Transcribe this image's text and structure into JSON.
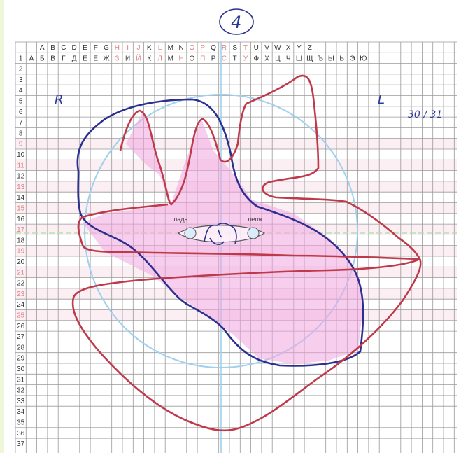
{
  "page_number": "4",
  "side_left": "R",
  "side_right": "L",
  "note": "30 / 31",
  "label_left": "лада",
  "label_right": "леля",
  "latin_columns": [
    "",
    "A",
    "B",
    "C",
    "D",
    "E",
    "F",
    "G",
    "H",
    "I",
    "J",
    "K",
    "L",
    "M",
    "N",
    "O",
    "P",
    "Q",
    "R",
    "S",
    "T",
    "U",
    "V",
    "W",
    "X",
    "Y",
    "Z",
    "",
    "",
    "",
    "",
    "",
    ""
  ],
  "cyrillic_columns": [
    "А",
    "Б",
    "В",
    "Г",
    "Д",
    "Е",
    "Ё",
    "Ж",
    "З",
    "И",
    "Й",
    "К",
    "Л",
    "М",
    "Н",
    "О",
    "П",
    "Р",
    "С",
    "Т",
    "У",
    "Ф",
    "Х",
    "Ц",
    "Ч",
    "Ш",
    "Щ",
    "Ъ",
    "Ы",
    "Ь",
    "Э",
    "Ю"
  ],
  "rows": [
    "1",
    "2",
    "3",
    "4",
    "5",
    "6",
    "7",
    "8",
    "9",
    "10",
    "11",
    "12",
    "13",
    "14",
    "15",
    "16",
    "17",
    "18",
    "19",
    "20",
    "21",
    "22",
    "23",
    "24",
    "25",
    "26",
    "27",
    "28",
    "29",
    "30",
    "31",
    "32",
    "33",
    "34",
    "35",
    "36",
    "37"
  ],
  "highlight_rows": [
    "9",
    "11",
    "13",
    "15",
    "17",
    "19",
    "21",
    "23",
    "25"
  ],
  "colors": {
    "grid": "#9a9a9a",
    "red_outline": "#c0394a",
    "blue_outline": "#2b2f8f",
    "fill_pink": "#f2a6e0",
    "circle": "#9fd0ee",
    "axis_green": "#b8e0b0"
  }
}
